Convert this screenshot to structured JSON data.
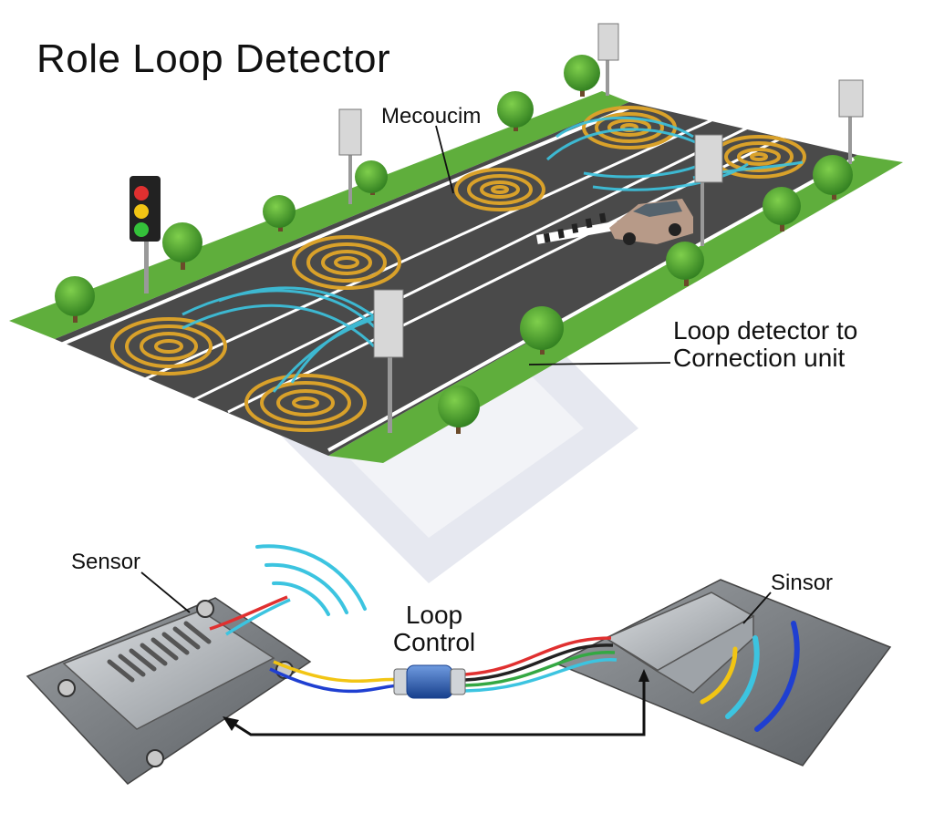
{
  "title": "Role Loop Detector",
  "labels": {
    "road_label": "Mecoucim",
    "connection_line1": "Loop detector to",
    "connection_line2": "Cornection unit",
    "sensor_left": "Sensor",
    "loop_control_line1": "Loop",
    "loop_control_line2": "Control",
    "sensor_right": "Sinsor"
  },
  "colors": {
    "asphalt": "#4a4a4a",
    "grass": "#5fae3c",
    "loop": "#d9a12a",
    "signal_wave": "#3cc4e0",
    "wave_blue": "#1f3fd1",
    "wave_yellow": "#f2c514"
  },
  "icons": [
    "traffic-light-icon",
    "sign-post-icon",
    "tree-icon",
    "car-icon",
    "sensor-plate-icon",
    "connector-icon",
    "watermark-logo"
  ]
}
